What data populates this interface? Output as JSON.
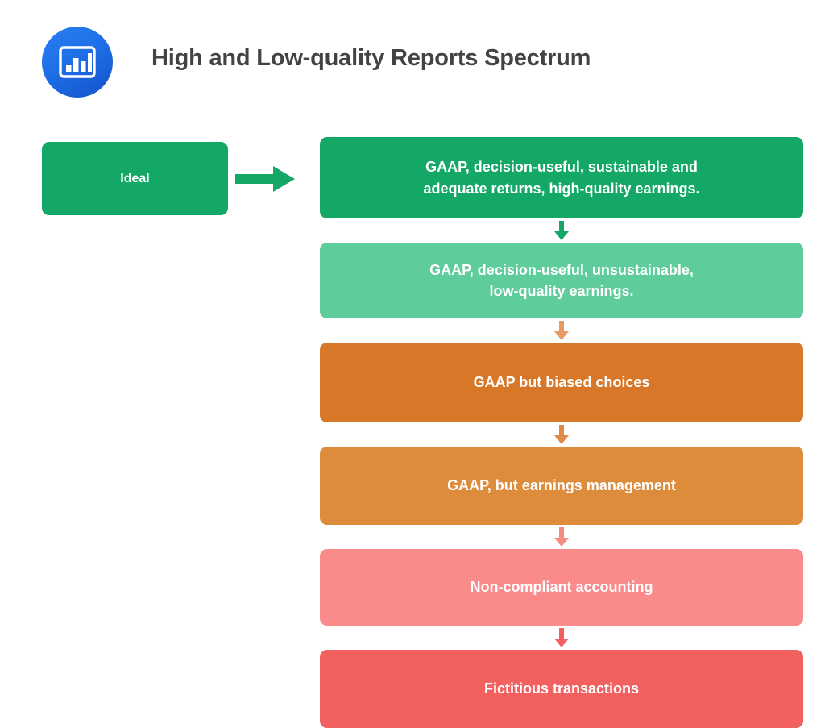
{
  "header": {
    "title": "High and Low-quality Reports Spectrum",
    "logo_icon": "bar-chart-icon",
    "logo_color": "#1e6fe8"
  },
  "left_column": {
    "ideal_label": "Ideal",
    "ideal_color": "#14a866",
    "arrow_icon": "arrow-right-icon",
    "arrow_color": "#14a866"
  },
  "spectrum": {
    "steps": [
      {
        "label": "GAAP, decision-useful, sustainable and\nadequate returns, high-quality earnings.",
        "color": "#14a866",
        "height": 101
      },
      {
        "label": "GAAP, decision-useful, unsustainable,\nlow-quality earnings.",
        "color": "#5ecd9b",
        "height": 94
      },
      {
        "label": "GAAP but biased choices",
        "color": "#d97728",
        "height": 99
      },
      {
        "label": "GAAP, but earnings management",
        "color": "#dd8c3c",
        "height": 97
      },
      {
        "label": "Non-compliant accounting",
        "color": "#fb8a8a",
        "height": 95
      },
      {
        "label": "Fictitious transactions",
        "color": "#f2605f",
        "height": 97
      }
    ],
    "connectors": [
      {
        "icon": "arrow-down-icon",
        "color": "#14a866"
      },
      {
        "icon": "arrow-down-icon",
        "color": "#e89a63"
      },
      {
        "icon": "arrow-down-icon",
        "color": "#e08a4a"
      },
      {
        "icon": "arrow-down-icon",
        "color": "#f58b82"
      },
      {
        "icon": "arrow-down-icon",
        "color": "#f2605f"
      }
    ]
  }
}
